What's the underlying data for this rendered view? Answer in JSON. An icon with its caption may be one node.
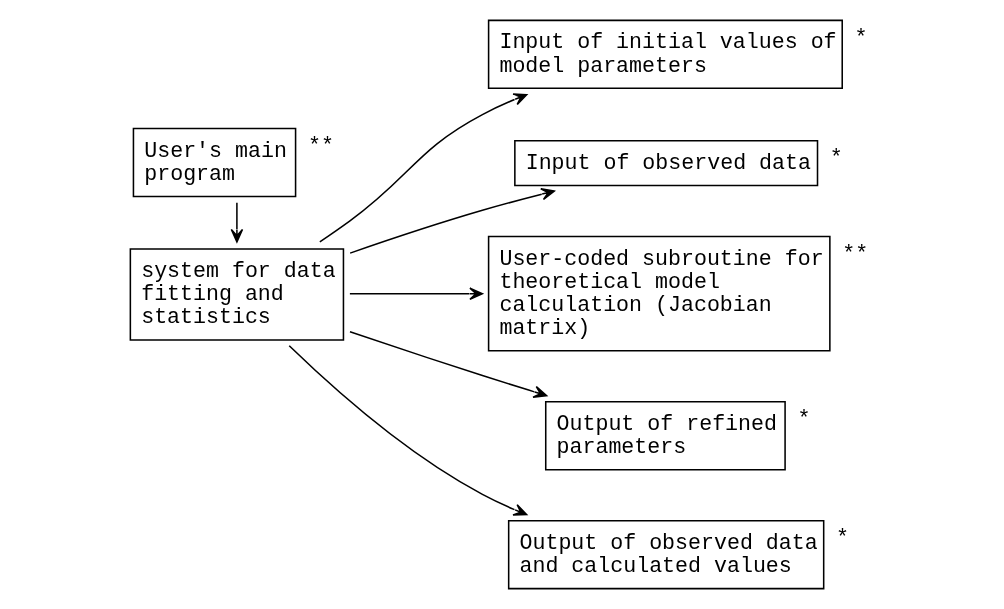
{
  "diagram": {
    "nodes": [
      {
        "text": [
          "User's main program"
        ],
        "beside": [
          "**"
        ]
      },
      {
        "text": [
          "system for data fitting and statistics"
        ]
      },
      {
        "text": [
          "Input of initial values of model parameters"
        ],
        "beside": [
          "*"
        ]
      },
      {
        "text": [
          "Input of observed data"
        ],
        "beside": [
          "*"
        ]
      },
      {
        "text": [
          "User-coded subroutine for theoretical model calculation (Jacobian matrix)"
        ],
        "beside": [
          "**"
        ]
      },
      {
        "text": [
          "Output of refined parameters"
        ],
        "beside": [
          "*"
        ]
      },
      {
        "text": [
          "Output of observed data and calculated values"
        ],
        "beside": [
          "*"
        ]
      }
    ],
    "edges": [
      {
        "from": 0,
        "to": 1,
        "arrow": "to"
      },
      {
        "from": 1,
        "to": 2,
        "arrow": "to"
      },
      {
        "from": 1,
        "to": 3,
        "arrow": "to"
      },
      {
        "from": 1,
        "to": 4,
        "arrow": "to"
      },
      {
        "from": 1,
        "to": 5,
        "arrow": "to"
      },
      {
        "from": 1,
        "to": 6,
        "arrow": "to"
      }
    ]
  }
}
